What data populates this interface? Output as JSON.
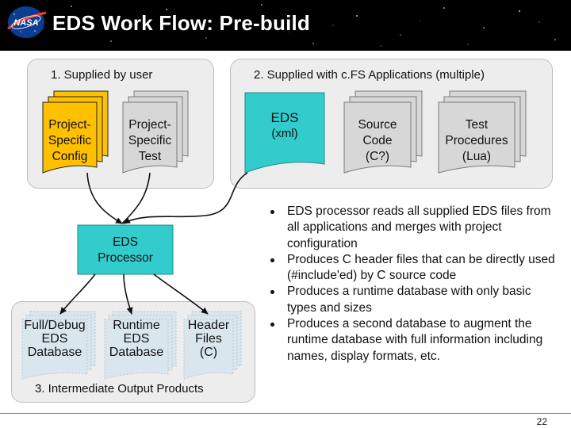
{
  "slide": {
    "title": "EDS Work Flow: Pre-build",
    "page_number": "22",
    "logo_text": "NASA"
  },
  "panels": {
    "user": {
      "label": "1. Supplied by user"
    },
    "apps": {
      "label": "2. Supplied with c.FS Applications (multiple)"
    },
    "output": {
      "label": "3. Intermediate Output Products"
    }
  },
  "documents": {
    "config": {
      "line1": "Project-",
      "line2": "Specific",
      "line3": "Config",
      "fill": "#ffc000"
    },
    "test": {
      "line1": "Project-",
      "line2": "Specific",
      "line3": "Test",
      "fill": "#d7d7d7"
    },
    "eds": {
      "line1": "EDS",
      "line2": "(xml)",
      "fill": "#33cccc"
    },
    "source": {
      "line1": "Source",
      "line2": "Code",
      "line3": "(C?)",
      "fill": "#d7d7d7"
    },
    "procedures": {
      "line1": "Test",
      "line2": "Procedures",
      "line3": "(Lua)",
      "fill": "#d7d7d7"
    },
    "full_db": {
      "line1": "Full/Debug",
      "line2": "EDS",
      "line3": "Database",
      "fill": "#dae6ee"
    },
    "runtime_db": {
      "line1": "Runtime",
      "line2": "EDS",
      "line3": "Database",
      "fill": "#dae6ee"
    },
    "headers": {
      "line1": "Header",
      "line2": "Files",
      "line3": "(C)",
      "fill": "#dae6ee"
    }
  },
  "processor": {
    "line1": "EDS",
    "line2": "Processor",
    "fill": "#33cccc"
  },
  "bullets": [
    "EDS processor reads all supplied EDS files from all applications and merges with project configuration",
    "Produces C header files that can be directly used (#include'ed) by C source code",
    "Produces a runtime database with only basic types and sizes",
    "Produces a second database to augment the runtime database with full information including names, display formats, etc."
  ]
}
